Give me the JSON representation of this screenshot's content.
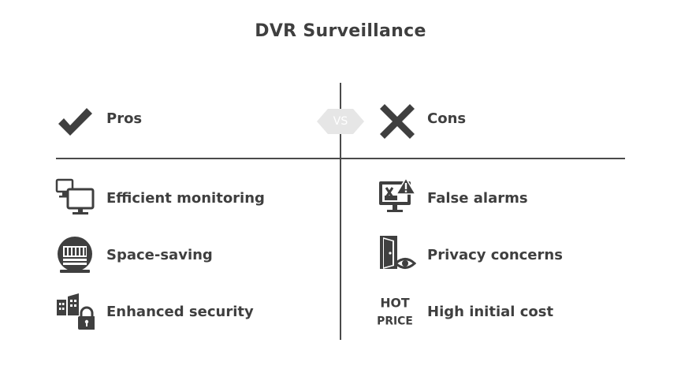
{
  "title": "DVR Surveillance",
  "vs_label": "VS",
  "pros": {
    "heading": "Pros",
    "heading_icon": "checkmark-icon",
    "items": [
      {
        "label": "Efficient monitoring",
        "icon": "monitors-icon"
      },
      {
        "label": "Space-saving",
        "icon": "server-rack-icon"
      },
      {
        "label": "Enhanced security",
        "icon": "buildings-lock-icon"
      }
    ]
  },
  "cons": {
    "heading": "Cons",
    "heading_icon": "x-mark-icon",
    "items": [
      {
        "label": "False alarms",
        "icon": "monitor-alert-icon"
      },
      {
        "label": "Privacy concerns",
        "icon": "door-eye-icon"
      },
      {
        "label": "High initial cost",
        "icon": "hot-price-icon",
        "icon_text": [
          "HOT",
          "PRICE"
        ]
      }
    ]
  },
  "colors": {
    "ink": "#3f3f3f",
    "divider": "#4a4a4a",
    "vs_badge": "#e6e6e6"
  }
}
